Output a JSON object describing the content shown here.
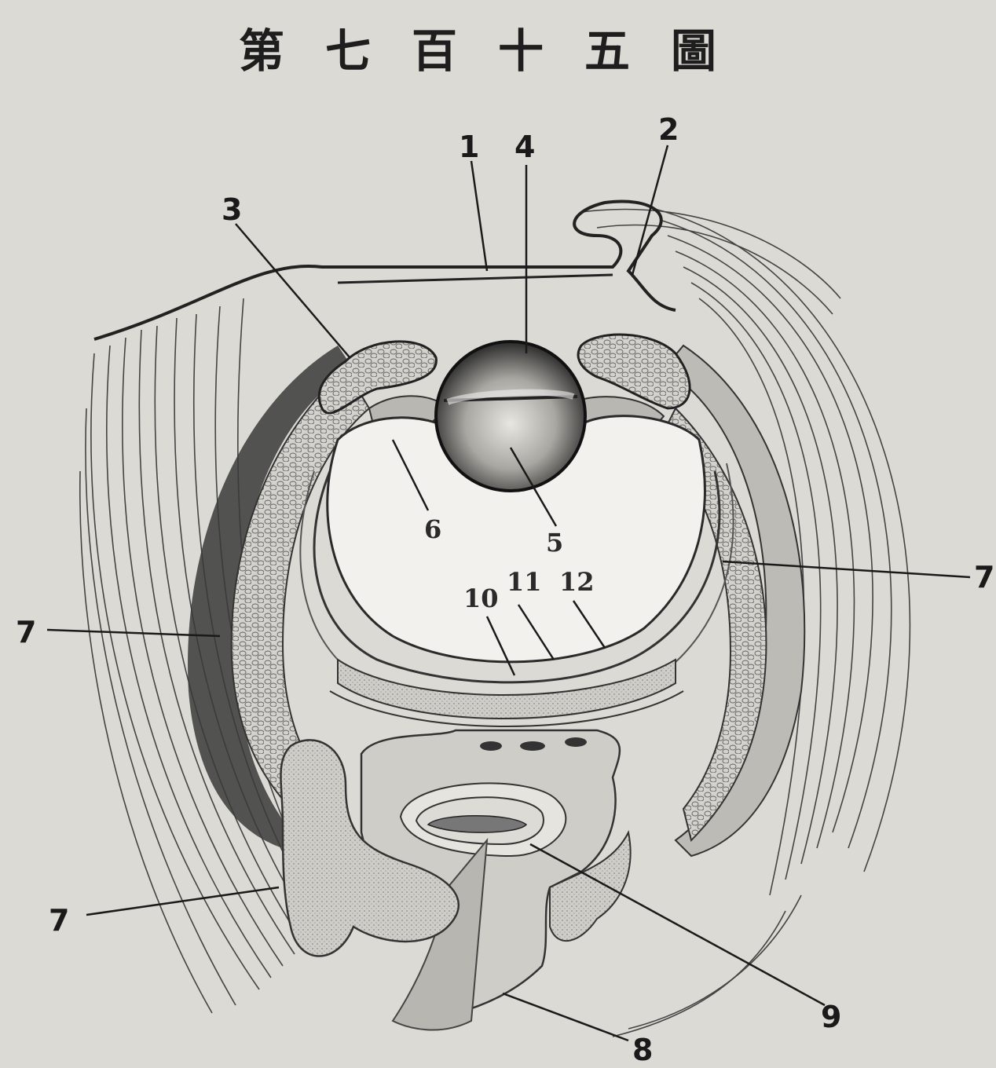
{
  "title": "第七百十五圖",
  "labels": {
    "l1": "1",
    "l2": "2",
    "l3": "3",
    "l4": "4",
    "l5": "5",
    "l6": "6",
    "l7_left": "7",
    "l7_right": "7",
    "l7_bottom": "7",
    "l8": "8",
    "l9": "9",
    "l10": "10",
    "l11": "11",
    "l12": "12"
  },
  "colors": {
    "paper": "#dcdad4",
    "ink": "#1a1a1a",
    "tissue": "#c9c7c1"
  }
}
